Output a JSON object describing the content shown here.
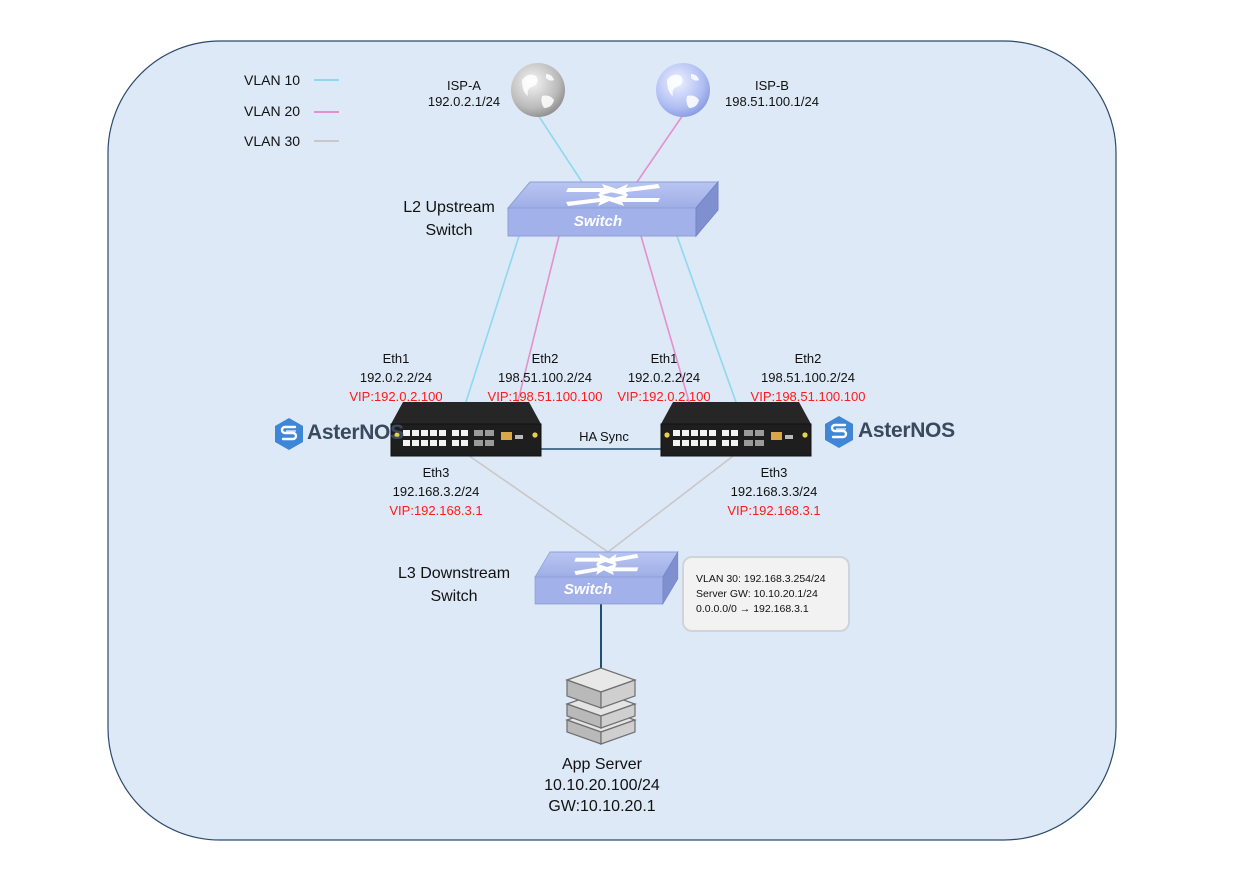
{
  "legend": [
    {
      "label": "VLAN 10",
      "color": "#8fd8f0"
    },
    {
      "label": "VLAN 20",
      "color": "#e58fd0"
    },
    {
      "label": "VLAN 30",
      "color": "#c8c8c8"
    }
  ],
  "isp_a": {
    "name": "ISP-A",
    "ip": "192.0.2.1/24",
    "icon": "globe-icon"
  },
  "isp_b": {
    "name": "ISP-B",
    "ip": "198.51.100.1/24",
    "icon": "globe-icon"
  },
  "upstream_switch": {
    "label_line1": "L2 Upstream",
    "label_line2": "Switch",
    "face_text": "Switch"
  },
  "downstream_switch": {
    "label_line1": "L3 Downstream",
    "label_line2": "Switch",
    "face_text": "Switch"
  },
  "node1": {
    "brand": "AsterNOS",
    "eth1": {
      "name": "Eth1",
      "ip": "192.0.2.2/24",
      "vip": "VIP:192.0.2.100"
    },
    "eth2": {
      "name": "Eth2",
      "ip": "198.51.100.2/24",
      "vip": "VIP:198.51.100.100"
    },
    "eth3": {
      "name": "Eth3",
      "ip": "192.168.3.2/24",
      "vip": "VIP:192.168.3.1"
    }
  },
  "node2": {
    "brand": "AsterNOS",
    "eth1": {
      "name": "Eth1",
      "ip": "192.0.2.2/24",
      "vip": "VIP:192.0.2.100"
    },
    "eth2": {
      "name": "Eth2",
      "ip": "198.51.100.2/24",
      "vip": "VIP:198.51.100.100"
    },
    "eth3": {
      "name": "Eth3",
      "ip": "192.168.3.3/24",
      "vip": "VIP:192.168.3.1"
    }
  },
  "ha_link": {
    "label": "HA Sync"
  },
  "downstream_info": {
    "lines": [
      "VLAN 30: 192.168.3.254/24",
      "Server GW: 10.10.20.1/24",
      "0.0.0.0/0 → 192.168.3.1"
    ]
  },
  "app_server": {
    "name": "App Server",
    "ip": "10.10.20.100/24",
    "gw": "GW:10.10.20.1"
  },
  "colors": {
    "region_fill": "#dde9f6",
    "region_stroke": "#2d4a6b",
    "vip": "#ff1a1a",
    "switch_face": "#a9b7ec",
    "ha_line": "#1f4e6e"
  }
}
